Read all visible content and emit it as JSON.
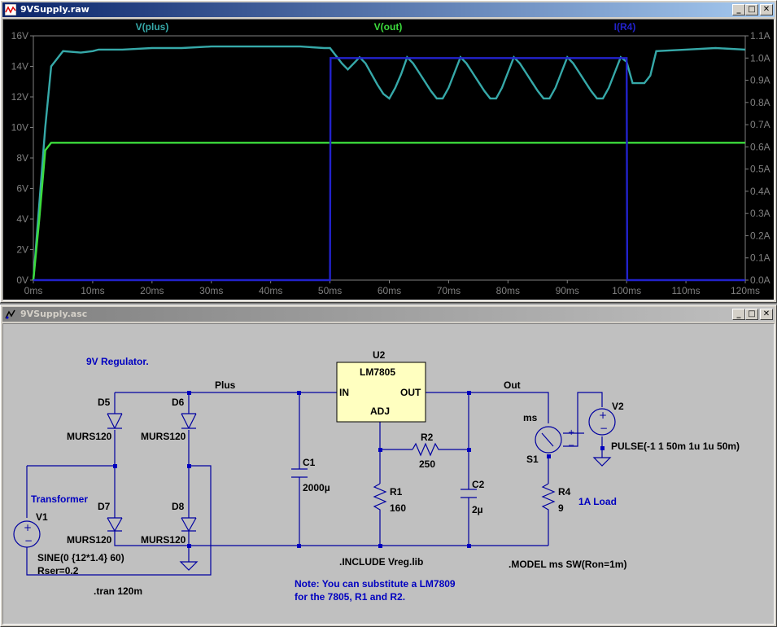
{
  "plot_window": {
    "title": "9VSupply.raw",
    "buttons": {
      "minimize": "_",
      "maximize": "□",
      "close": "✕"
    },
    "traces": [
      {
        "name": "V(plus)",
        "color": "#36a9a9"
      },
      {
        "name": "V(out)",
        "color": "#3cdc3c"
      },
      {
        "name": "I(R4)",
        "color": "#2222cc"
      }
    ],
    "left_ticks": [
      "16V",
      "14V",
      "12V",
      "10V",
      "8V",
      "6V",
      "4V",
      "2V",
      "0V"
    ],
    "right_ticks": [
      "1.1A",
      "1.0A",
      "0.9A",
      "0.8A",
      "0.7A",
      "0.6A",
      "0.5A",
      "0.4A",
      "0.3A",
      "0.2A",
      "0.1A",
      "0.0A"
    ],
    "x_ticks": [
      "0ms",
      "10ms",
      "20ms",
      "30ms",
      "40ms",
      "50ms",
      "60ms",
      "70ms",
      "80ms",
      "90ms",
      "100ms",
      "110ms",
      "120ms"
    ]
  },
  "chart_data": {
    "type": "line",
    "xlabel": "",
    "x_range_ms": [
      0,
      120
    ],
    "y_left_range_V": [
      0,
      16
    ],
    "y_right_range_A": [
      0,
      1.1
    ],
    "grid": false,
    "series": [
      {
        "name": "V(plus)",
        "axis": "left",
        "x": [
          0,
          1,
          2,
          3,
          5,
          8,
          10,
          11,
          15,
          20,
          25,
          30,
          35,
          40,
          45,
          49,
          50,
          51,
          52,
          53,
          54,
          55,
          56,
          57,
          58,
          59,
          60,
          61,
          62,
          63,
          64,
          65,
          66,
          67,
          68,
          69,
          70,
          71,
          72,
          73,
          74,
          75,
          76,
          77,
          78,
          79,
          80,
          81,
          82,
          83,
          84,
          85,
          86,
          87,
          88,
          89,
          90,
          91,
          92,
          93,
          94,
          95,
          96,
          97,
          98,
          99,
          100,
          101,
          102,
          103,
          104,
          105,
          110,
          115,
          120
        ],
        "y": [
          0,
          5,
          10,
          14,
          15,
          14.9,
          15,
          15.1,
          15.1,
          15.2,
          15.2,
          15.3,
          15.3,
          15.3,
          15.3,
          15.2,
          15.2,
          14.7,
          14.2,
          13.8,
          14.2,
          14.6,
          14.2,
          13.5,
          12.8,
          12.2,
          11.9,
          12.6,
          13.5,
          14.6,
          14.2,
          13.6,
          13.0,
          12.4,
          11.9,
          11.9,
          12.6,
          13.6,
          14.6,
          14.2,
          13.6,
          13.0,
          12.4,
          11.9,
          11.9,
          12.6,
          13.6,
          14.6,
          14.2,
          13.6,
          13.0,
          12.4,
          11.9,
          11.9,
          12.6,
          13.6,
          14.6,
          14.2,
          13.6,
          13.0,
          12.4,
          11.9,
          11.9,
          12.6,
          13.6,
          14.6,
          14.3,
          12.9,
          12.9,
          12.9,
          13.4,
          15.0,
          15.1,
          15.2,
          15.1
        ]
      },
      {
        "name": "V(out)",
        "axis": "left",
        "x": [
          0,
          1,
          2,
          3,
          5,
          10,
          20,
          30,
          40,
          50,
          60,
          70,
          80,
          90,
          100,
          110,
          120
        ],
        "y": [
          0,
          4,
          8.5,
          9,
          9,
          9,
          9,
          9,
          9,
          9,
          9,
          9,
          9,
          9,
          9,
          9,
          9
        ]
      },
      {
        "name": "I(R4)",
        "axis": "right",
        "x": [
          0,
          49.9,
          50,
          50.1,
          99.9,
          100,
          100.1,
          120
        ],
        "y": [
          0,
          0,
          0,
          1.0,
          1.0,
          1.0,
          0,
          0
        ]
      }
    ]
  },
  "schematic_window": {
    "title": "9VSupply.asc",
    "buttons": {
      "minimize": "_",
      "maximize": "□",
      "close": "✕"
    },
    "labels": {
      "regulator_title": "9V Regulator.",
      "net_plus": "Plus",
      "net_out": "Out",
      "transformer": "Transformer",
      "load": "1A Load",
      "note_line1": "Note: You can substitute a LM7809",
      "note_line2": "for the 7805, R1 and R2."
    },
    "components": {
      "u2_ref": "U2",
      "u2_part": "LM7805",
      "u2_in": "IN",
      "u2_out": "OUT",
      "u2_adj": "ADJ",
      "d5": "D5",
      "d6": "D6",
      "d7": "D7",
      "d8": "D8",
      "d5_model": "MURS120",
      "d6_model": "MURS120",
      "d7_model": "MURS120",
      "d8_model": "MURS120",
      "c1": "C1",
      "c1_val": "2000µ",
      "c2": "C2",
      "c2_val": "2µ",
      "r1": "R1",
      "r1_val": "160",
      "r2": "R2",
      "r2_val": "250",
      "r4": "R4",
      "r4_val": "9",
      "v1": "V1",
      "v1_val": "SINE(0 {12*1.4} 60)",
      "v1_rser": "Rser=0.2",
      "v2": "V2",
      "v2_val": "PULSE(-1 1 50m 1u 1u 50m)",
      "s1": "S1",
      "s1_model": "ms"
    },
    "directives": {
      "tran": ".tran 120m",
      "include": ".INCLUDE Vreg.lib",
      "model": ".MODEL ms SW(Ron=1m)"
    }
  }
}
